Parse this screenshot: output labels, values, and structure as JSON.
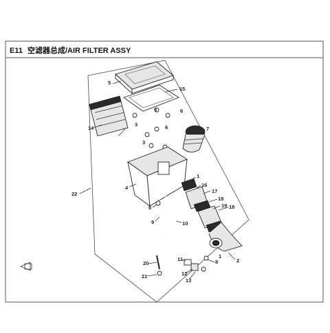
{
  "header": {
    "code": "E11",
    "title": "空滤器总成/AIR FILTER ASSY"
  },
  "callouts": {
    "c1a": "1",
    "c1b": "1",
    "c2": "2",
    "c3a": "3",
    "c3b": "3",
    "c4": "4",
    "c5": "5",
    "c6a": "6",
    "c6b": "6",
    "c6c": "6",
    "c7": "7",
    "c8a": "8",
    "c8b": "8",
    "c9": "9",
    "c10": "10",
    "c11": "11",
    "c12": "12",
    "c13": "13",
    "c14": "14",
    "c15": "15",
    "c16": "16",
    "c17": "17",
    "c18a": "18",
    "c18b": "18",
    "c19": "19",
    "c20": "20",
    "c21": "21",
    "c22": "22"
  },
  "icons": {
    "view_indicator": "view-arrow-icon"
  }
}
